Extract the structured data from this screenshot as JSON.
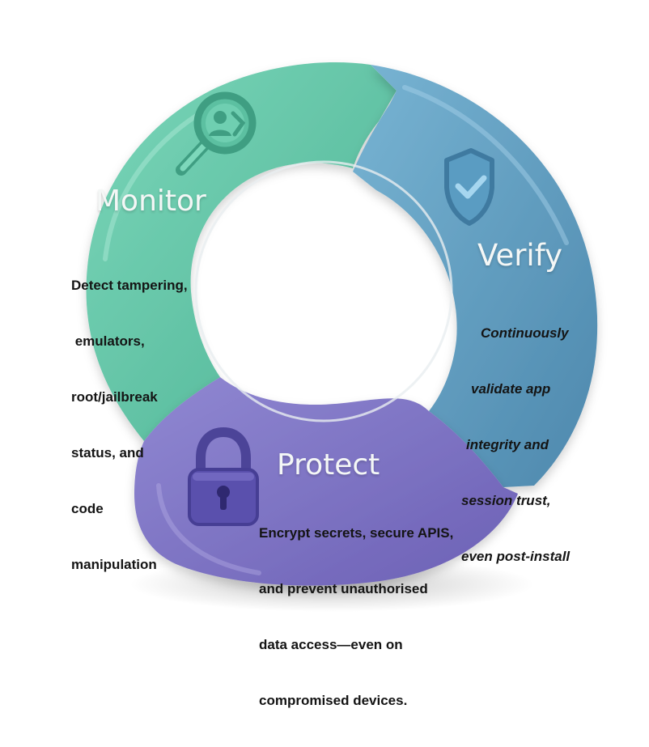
{
  "segments": {
    "monitor": {
      "title": "Monitor",
      "lines": [
        "Detect tampering,",
        " emulators,",
        "root/jailbreak",
        "status, and",
        "code",
        "manipulation"
      ],
      "color": "#62c4a6",
      "icon": "magnifier-user-icon"
    },
    "verify": {
      "title": "Verify",
      "lines": [
        "Continuously",
        "validate app",
        "integrity and",
        "session trust,",
        "even post-install"
      ],
      "color": "#5e9cc0",
      "icon": "shield-check-icon"
    },
    "protect": {
      "title": "Protect",
      "lines": [
        "Encrypt secrets, secure APIS,",
        "and prevent unauthorised",
        "data access—even on",
        "compromised devices."
      ],
      "color": "#8277c6",
      "icon": "padlock-icon"
    }
  }
}
